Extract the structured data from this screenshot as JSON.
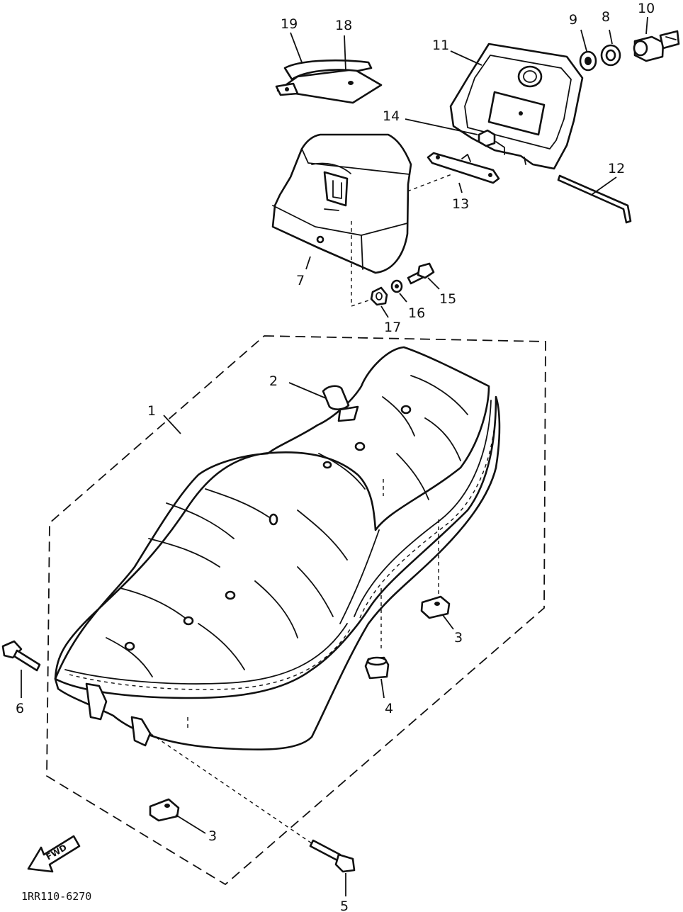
{
  "diagram": {
    "drawing_number": "1RR110-6270",
    "forward_marker": "FWD",
    "callouts": {
      "c1": "1",
      "c2": "2",
      "c3_right": "3",
      "c3_left": "3",
      "c4": "4",
      "c5": "5",
      "c6": "6",
      "c7": "7",
      "c8": "8",
      "c9": "9",
      "c10": "10",
      "c11": "11",
      "c12": "12",
      "c13": "13",
      "c14": "14",
      "c15": "15",
      "c16": "16",
      "c17": "17",
      "c18": "18",
      "c19": "19"
    }
  }
}
